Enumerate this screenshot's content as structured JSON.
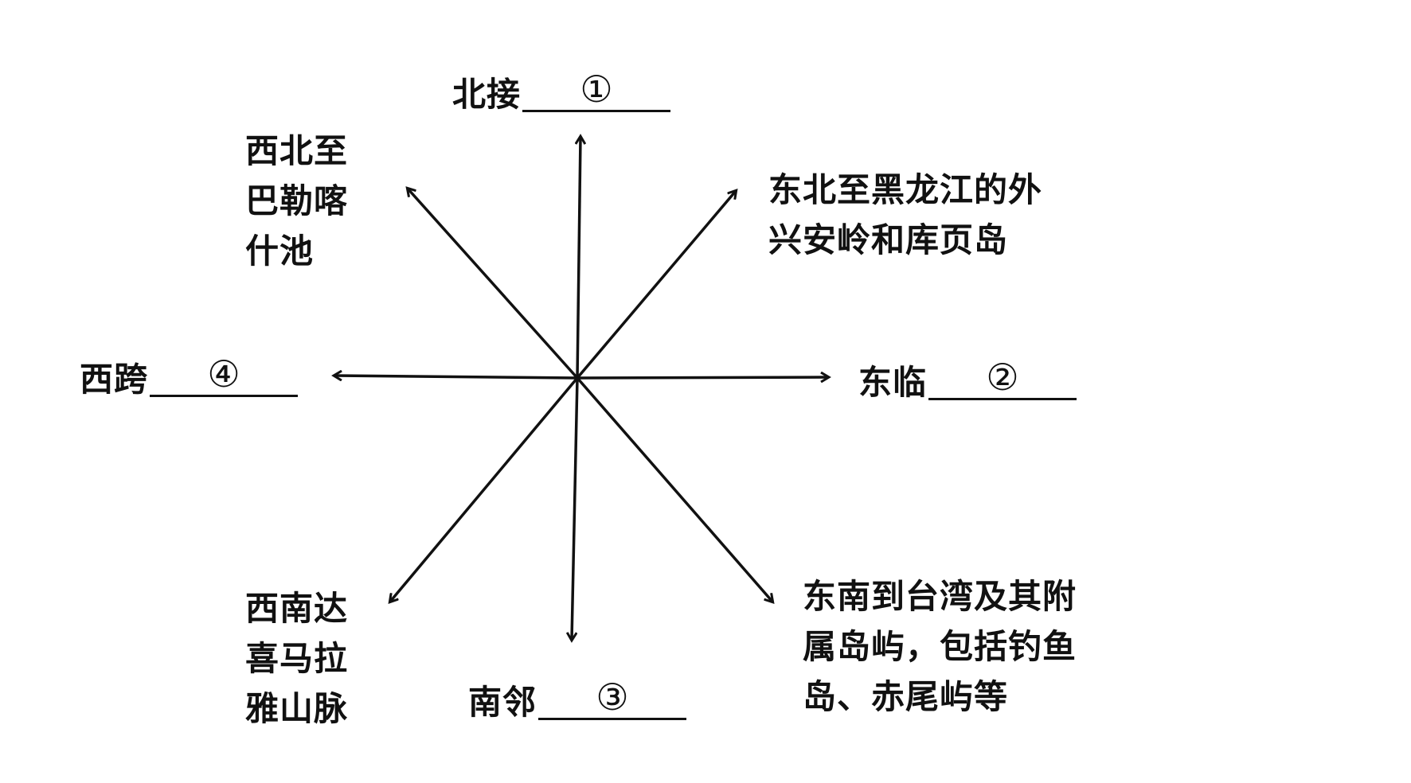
{
  "north": {
    "prefix": "北接",
    "blank": "①"
  },
  "east": {
    "prefix": "东临",
    "blank": "②"
  },
  "south": {
    "prefix": "南邻",
    "blank": "③"
  },
  "west": {
    "prefix": "西跨",
    "blank": "④"
  },
  "northwest": [
    "西北至",
    "巴勒喀",
    "什池"
  ],
  "northeast": [
    "东北至黑龙江的外",
    "兴安岭和库页岛"
  ],
  "southwest": [
    "西南达",
    "喜马拉",
    "雅山脉"
  ],
  "southeast": [
    "东南到台湾及其附",
    "属岛屿，包括钓鱼",
    "岛、赤尾屿等"
  ],
  "colors": {
    "ink": "#111111",
    "background": "#ffffff"
  }
}
